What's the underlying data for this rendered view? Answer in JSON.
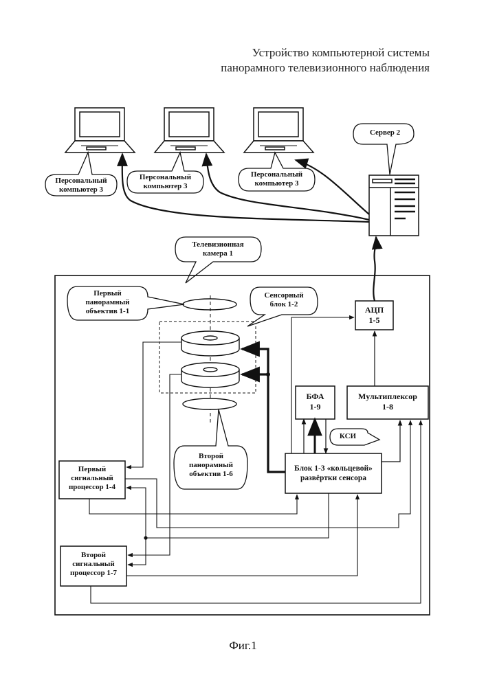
{
  "title": {
    "line1": "Устройство компьютерной системы",
    "line2": "панорамного телевизионного наблюдения"
  },
  "labels": {
    "server": "Сервер 2",
    "pc1": [
      "Персональный",
      "компьютер 3"
    ],
    "pc2": [
      "Персональный",
      "компьютер 3"
    ],
    "pc3": [
      "Персональный",
      "компьютер 3"
    ],
    "camera": [
      "Телевизионная",
      "камера 1"
    ],
    "lens1": [
      "Первый",
      "панорамный",
      "объектив 1-1"
    ],
    "sensor_block": [
      "Сенсорный",
      "блок 1-2"
    ],
    "adc": [
      "АЦП",
      "1-5"
    ],
    "bfa": [
      "БФА",
      "1-9"
    ],
    "mux": [
      "Мультиплексор",
      "1-8"
    ],
    "ksi": "КСИ",
    "lens2": [
      "Второй",
      "панорамный",
      "объектив 1-6"
    ],
    "scan_block": [
      "Блок 1-3 «кольцевой»",
      "развёртки сенсора"
    ],
    "proc1": [
      "Первый",
      "сигнальный",
      "процессор 1-4"
    ],
    "proc2": [
      "Второй",
      "сигнальный",
      "процессор 1-7"
    ]
  },
  "caption": "Фиг.1"
}
